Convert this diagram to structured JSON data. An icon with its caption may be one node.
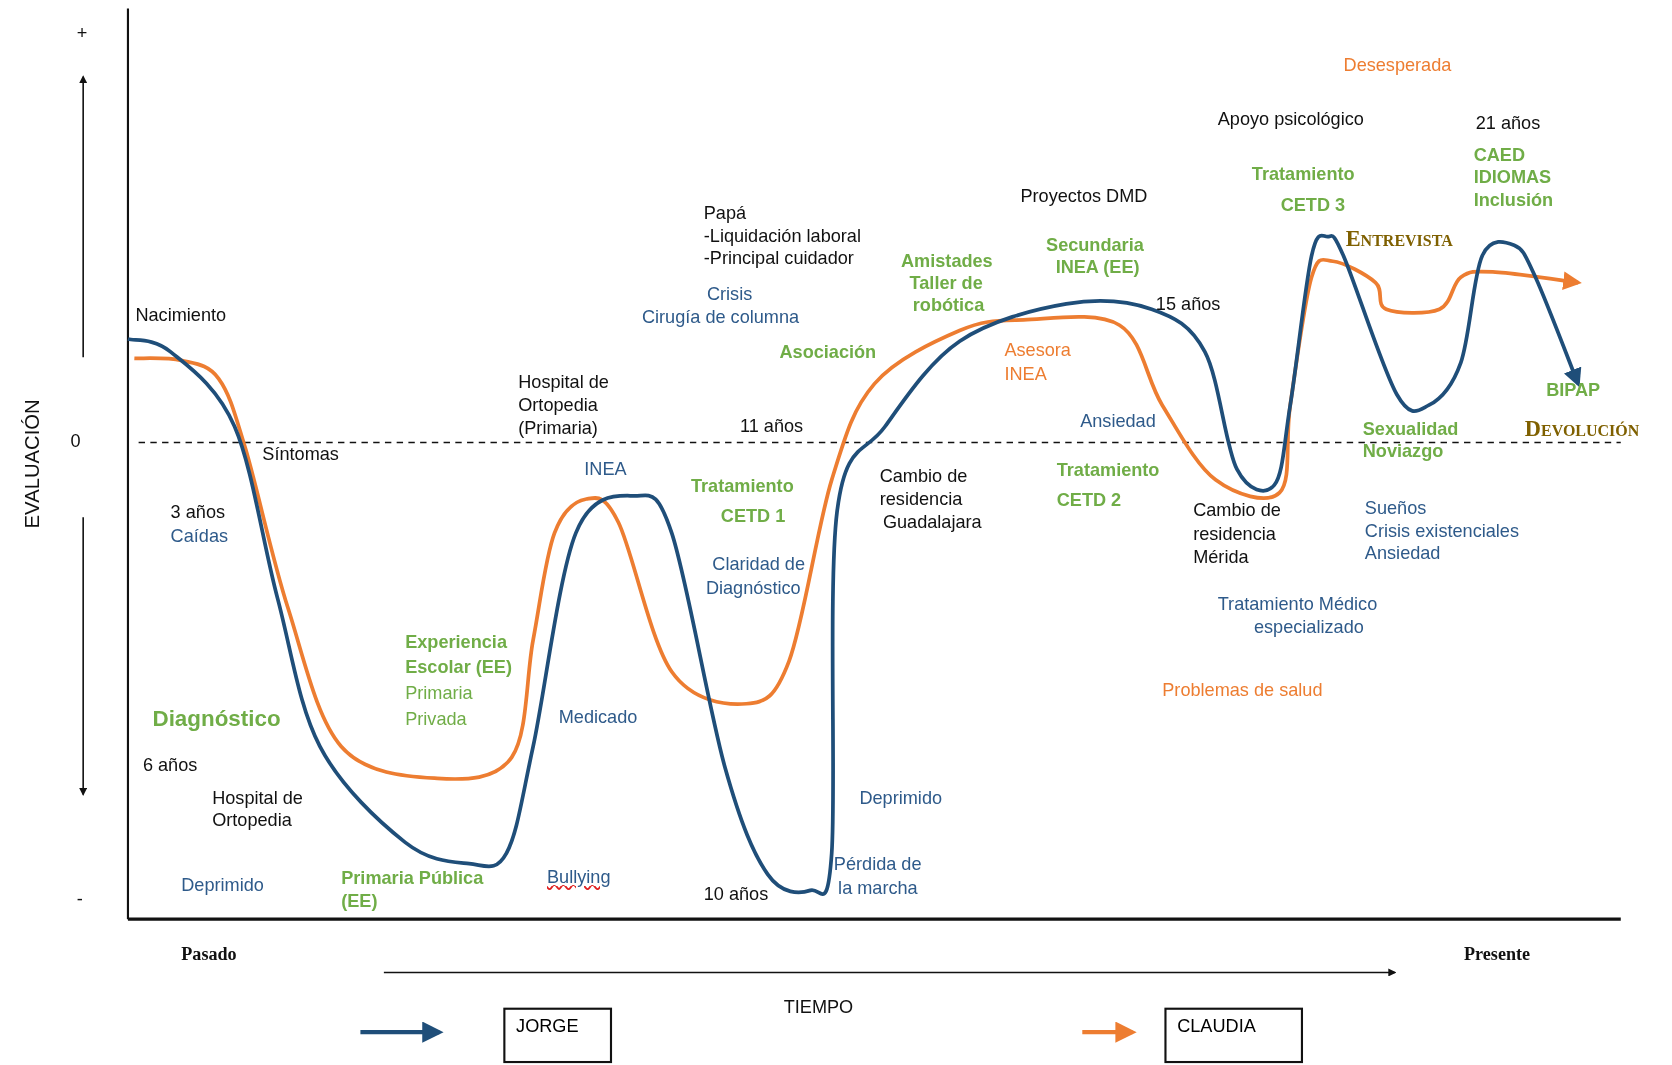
{
  "diagram": {
    "labels": [
      "+",
      "Desesperada",
      "Apoyo psicológico",
      "21 años",
      "CAED",
      "IDIOMAS",
      "Inclusión",
      "Tratamiento",
      "CETD 3",
      "Proyectos DMD",
      "Papá",
      "-Liquidación laboral",
      "-Principal cuidador",
      "Secundaria",
      "Entrevista",
      "Amistades",
      "INEA (EE)",
      "Taller de",
      "robótica",
      "Crisis",
      "Cirugía de columna",
      "15 años",
      "Nacimiento",
      "Asociación",
      "Asesora",
      "INEA",
      "Hospital de",
      "Ortopedia",
      "(Primaria)",
      "BIPAP",
      "11 años",
      "Ansiedad",
      "Sexualidad",
      "Noviazgo",
      "Devolución",
      "0",
      "Síntomas",
      "INEA",
      "Tratamiento",
      "CETD 2",
      "Tratamiento",
      "CETD 1",
      "Cambio de",
      "residencia",
      "Guadalajara",
      "Cambio de",
      "residencia",
      "Mérida",
      "Sueños",
      "Crisis existenciales",
      "Ansiedad",
      "3 años",
      "Caídas",
      "EVALUACIÓN",
      "Claridad de",
      "Diagnóstico",
      "Tratamiento Médico",
      "especializado",
      "Experiencia",
      "Escolar (EE)",
      "Primaria",
      "Privada",
      "Problemas de salud",
      "Diagnóstico",
      "Medicado",
      "6 años",
      "Hospital de",
      "Ortopedia",
      "Deprimido",
      "Pérdida de",
      "la marcha",
      "Primaria Pública",
      "(EE)",
      "Bullying",
      "Deprimido",
      "10 años",
      "-",
      "Pasado",
      "Presente",
      "TIEMPO"
    ],
    "legend": [
      {
        "text": "JORGE"
      },
      {
        "text": "CLAUDIA"
      }
    ]
  }
}
